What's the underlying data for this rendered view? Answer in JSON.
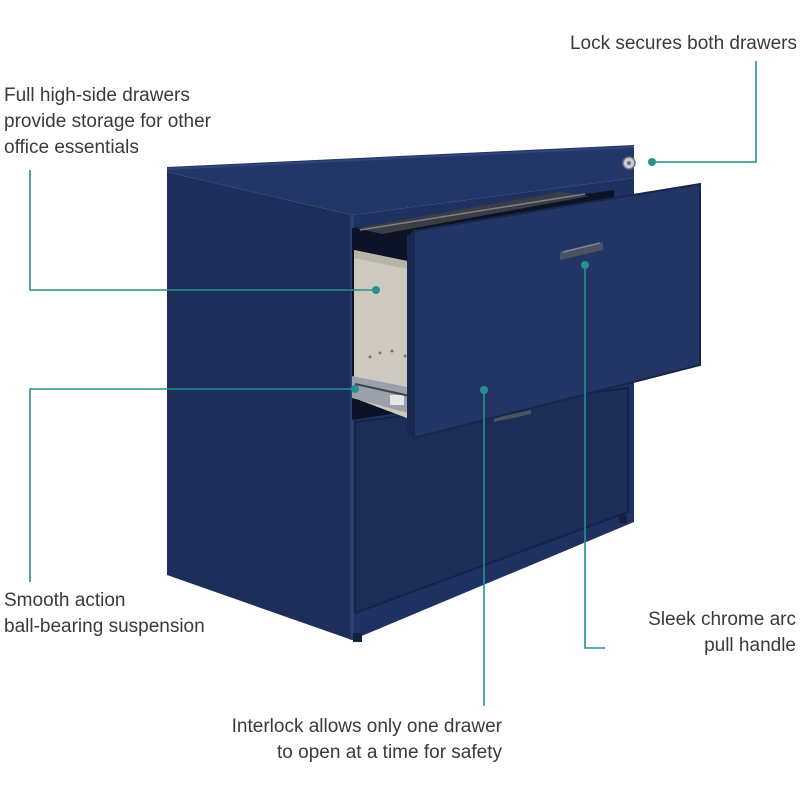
{
  "callouts": {
    "lock": {
      "lines": [
        "Lock secures both drawers"
      ]
    },
    "drawers": {
      "lines": [
        "Full high-side drawers",
        "provide storage for other",
        "office essentials"
      ]
    },
    "suspension": {
      "lines": [
        "Smooth action",
        "ball-bearing suspension"
      ]
    },
    "handle": {
      "lines": [
        "Sleek chrome arc",
        "pull handle"
      ]
    },
    "interlock": {
      "lines": [
        "Interlock allows only one drawer",
        "to open at a time for safety"
      ]
    }
  },
  "colors": {
    "cabinet": "#1f3160",
    "cabinet_dark": "#172649",
    "cabinet_top": "#223667",
    "drawer_interior": "#cdc9c0",
    "leader_line": "#2a8f8c",
    "handle": "#5a5f68",
    "text": "#3a3a3a"
  }
}
